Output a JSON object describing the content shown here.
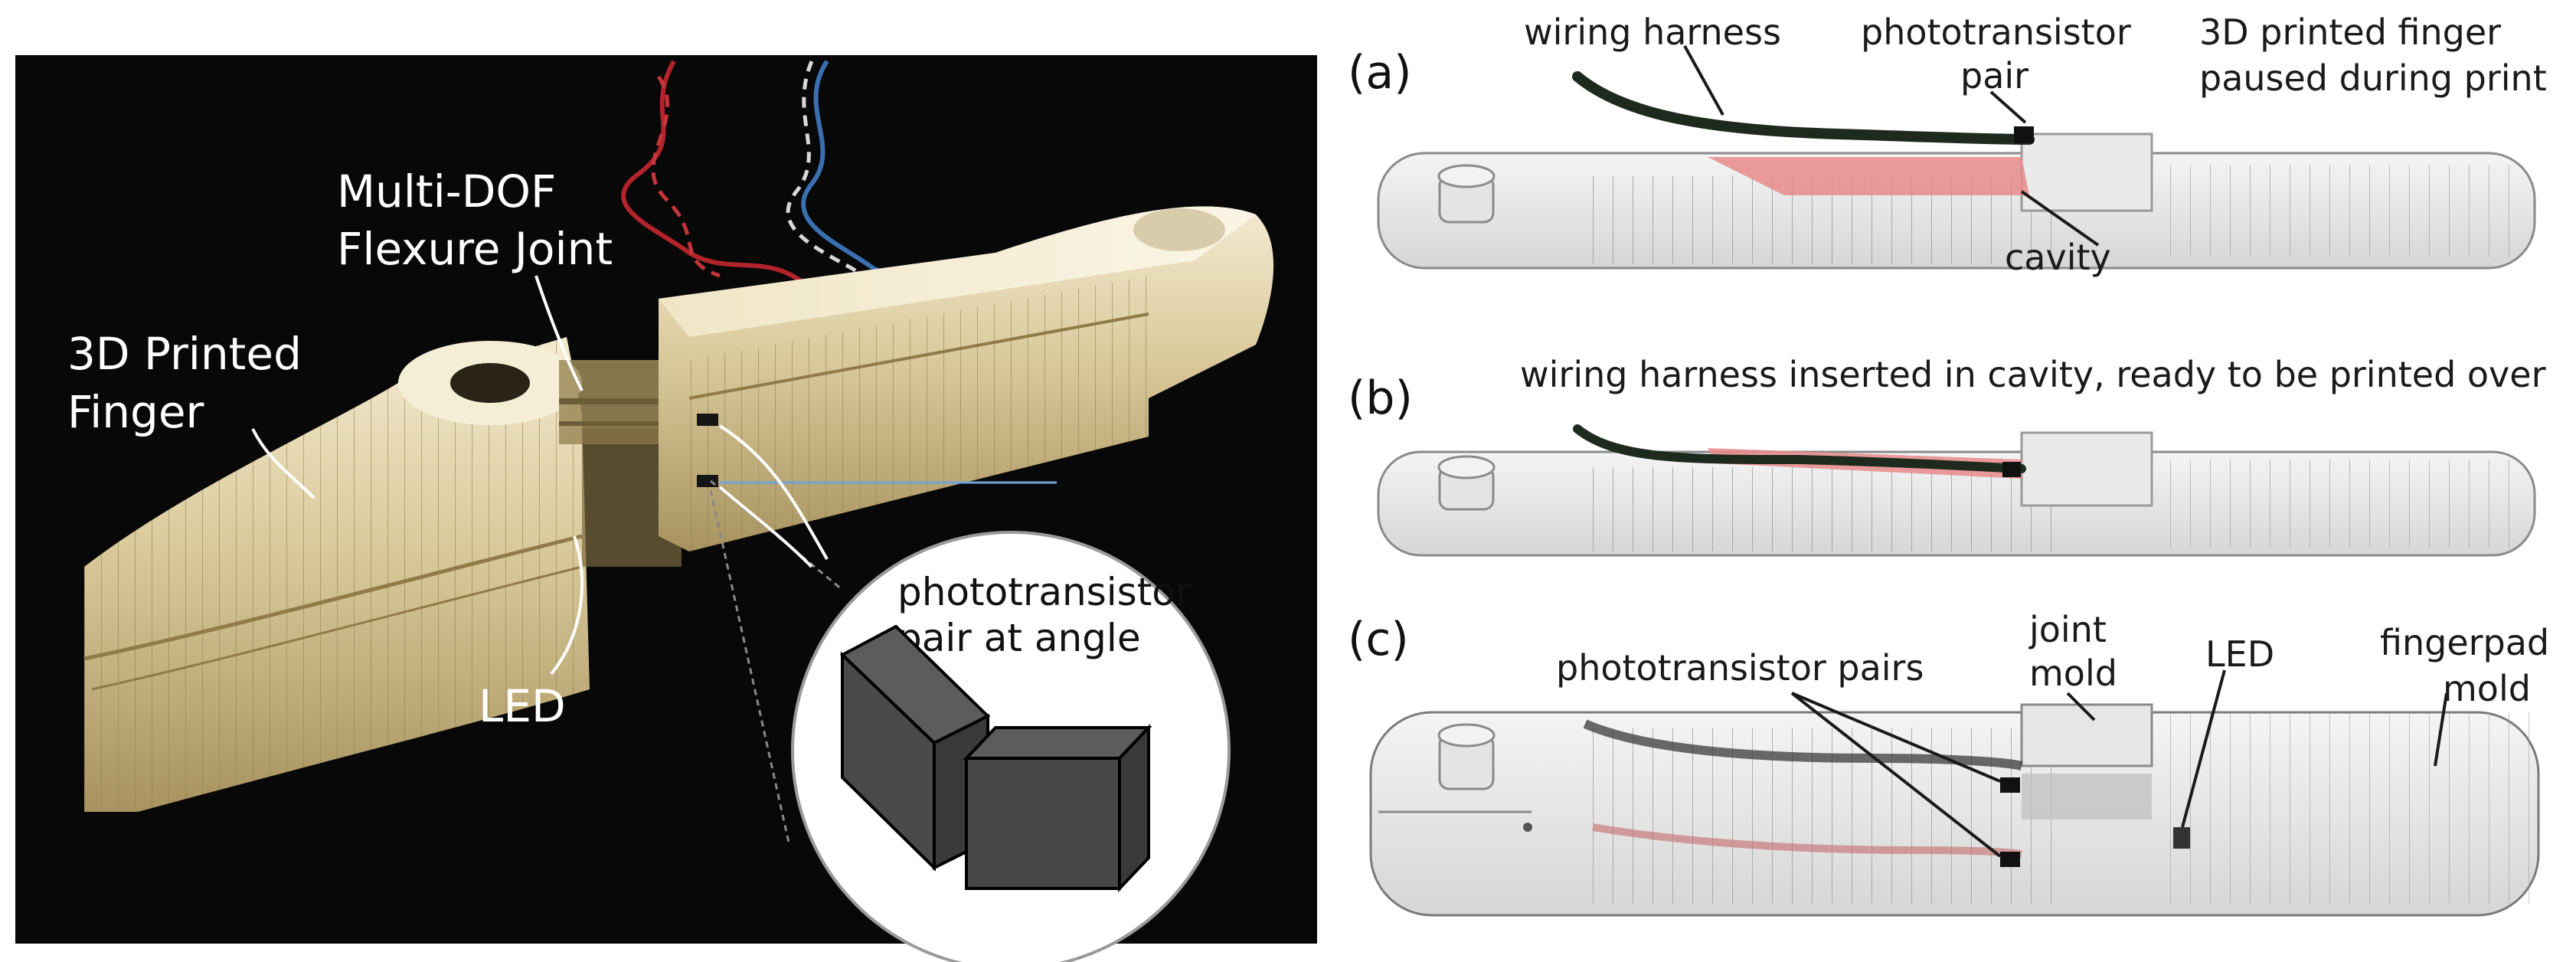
{
  "photo": {
    "labels": {
      "multi_dof_line1": "Multi-DOF",
      "multi_dof_line2": "Flexure Joint",
      "finger_line1": "3D Printed",
      "finger_line2": "Finger",
      "led": "LED"
    },
    "inset": {
      "line1": "phototransistor",
      "line2": "pair at angle"
    }
  },
  "panels": {
    "a": {
      "tag": "(a)",
      "wiring_harness": "wiring harness",
      "phototransistor_line1": "phototransistor",
      "phototransistor_line2": "pair",
      "finger_line1": "3D printed finger",
      "finger_line2": "paused during print",
      "cavity": "cavity"
    },
    "b": {
      "tag": "(b)",
      "caption": "wiring harness inserted in cavity, ready to be printed over"
    },
    "c": {
      "tag": "(c)",
      "phototransistor_pairs": "phototransistor pairs",
      "joint_line1": "joint",
      "joint_line2": "mold",
      "led": "LED",
      "fingerpad_line1": "fingerpad",
      "fingerpad_line2": "mold"
    }
  }
}
